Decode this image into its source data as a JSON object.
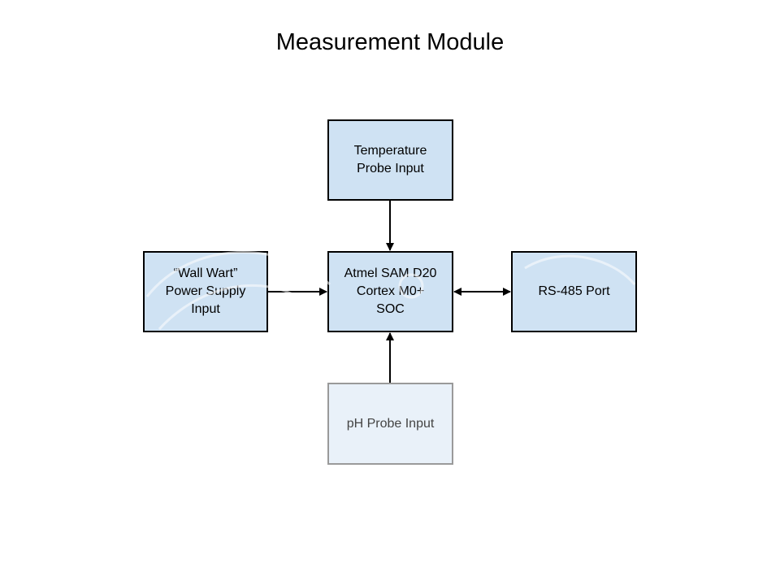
{
  "title": "Measurement Module",
  "blocks": {
    "temperature": "Temperature\nProbe Input",
    "soc": "Atmel SAM D20\nCortex M0+\nSOC",
    "power": "“Wall Wart”\nPower Supply\nInput",
    "rs485": "RS-485 Port",
    "ph": "pH Probe Input"
  },
  "colors": {
    "block_fill": "#cfe2f3",
    "block_fill_faded": "#e9f1f9",
    "border": "#000000",
    "arrow": "#000000"
  },
  "connections": [
    {
      "from": "temperature",
      "to": "soc",
      "direction": "one-way"
    },
    {
      "from": "power",
      "to": "soc",
      "direction": "one-way"
    },
    {
      "from": "ph",
      "to": "soc",
      "direction": "one-way"
    },
    {
      "from": "soc",
      "to": "rs485",
      "direction": "two-way"
    }
  ]
}
